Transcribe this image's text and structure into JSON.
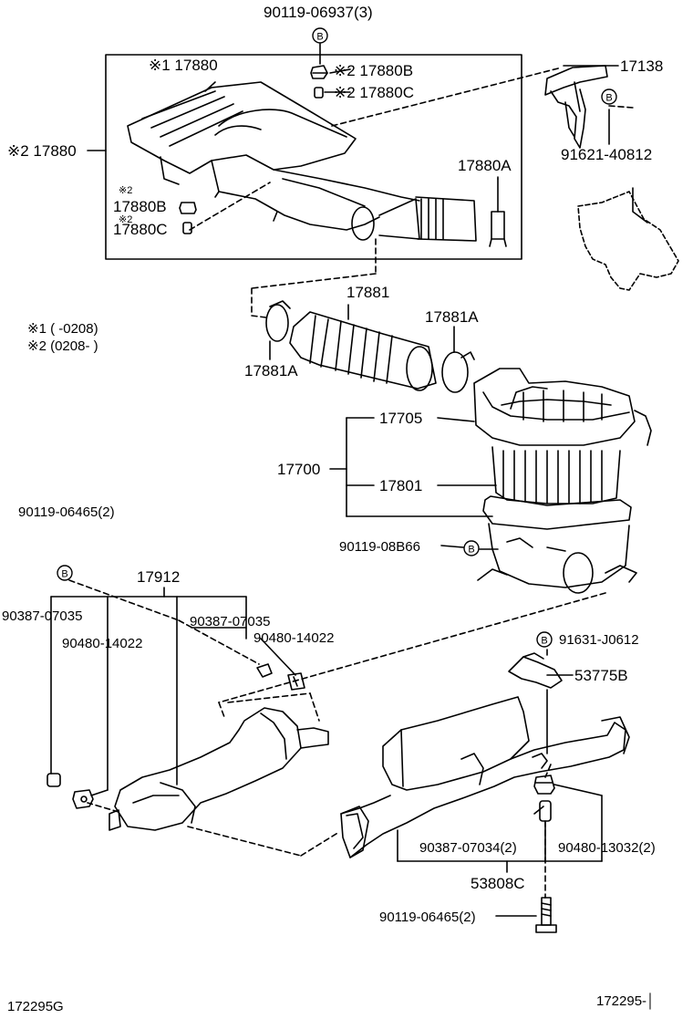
{
  "mark_b": "B",
  "labels": {
    "top_bolt": "90119-06937(3)",
    "k1_17880": "※1 17880",
    "k2_17880b": "※2 17880B",
    "k2_17880c": "※2 17880C",
    "k2_17880": "※2 17880",
    "p17138": "17138",
    "p91621": "91621-40812",
    "p17880a": "17880A",
    "l17880b": "17880B",
    "l17880c": "17880C",
    "star_k2a": "※2",
    "star_k2b": "※2",
    "note1": "※1 (        -0208)",
    "note2": "※2 (0208-        )",
    "p17881": "17881",
    "p17881a_r": "17881A",
    "p17881a_l": "17881A",
    "p17705": "17705",
    "p17700": "17700",
    "p17801": "17801",
    "p90119_08b66": "90119-08B66",
    "p90119_06465_l": "90119-06465(2)",
    "p17912": "17912",
    "p90387_l": "90387-07035",
    "p90480_l": "90480-14022",
    "p90387_m": "90387-07035",
    "p90480_m": "90480-14022",
    "p91631": "91631-J0612",
    "p53775b": "53775B",
    "p90387_r": "90387-07034(2)",
    "p90480_r": "90480-13032(2)",
    "p53808c": "53808C",
    "p90119_06465_b": "90119-06465(2)",
    "code_left": "172295G",
    "code_right": "172295-│"
  }
}
